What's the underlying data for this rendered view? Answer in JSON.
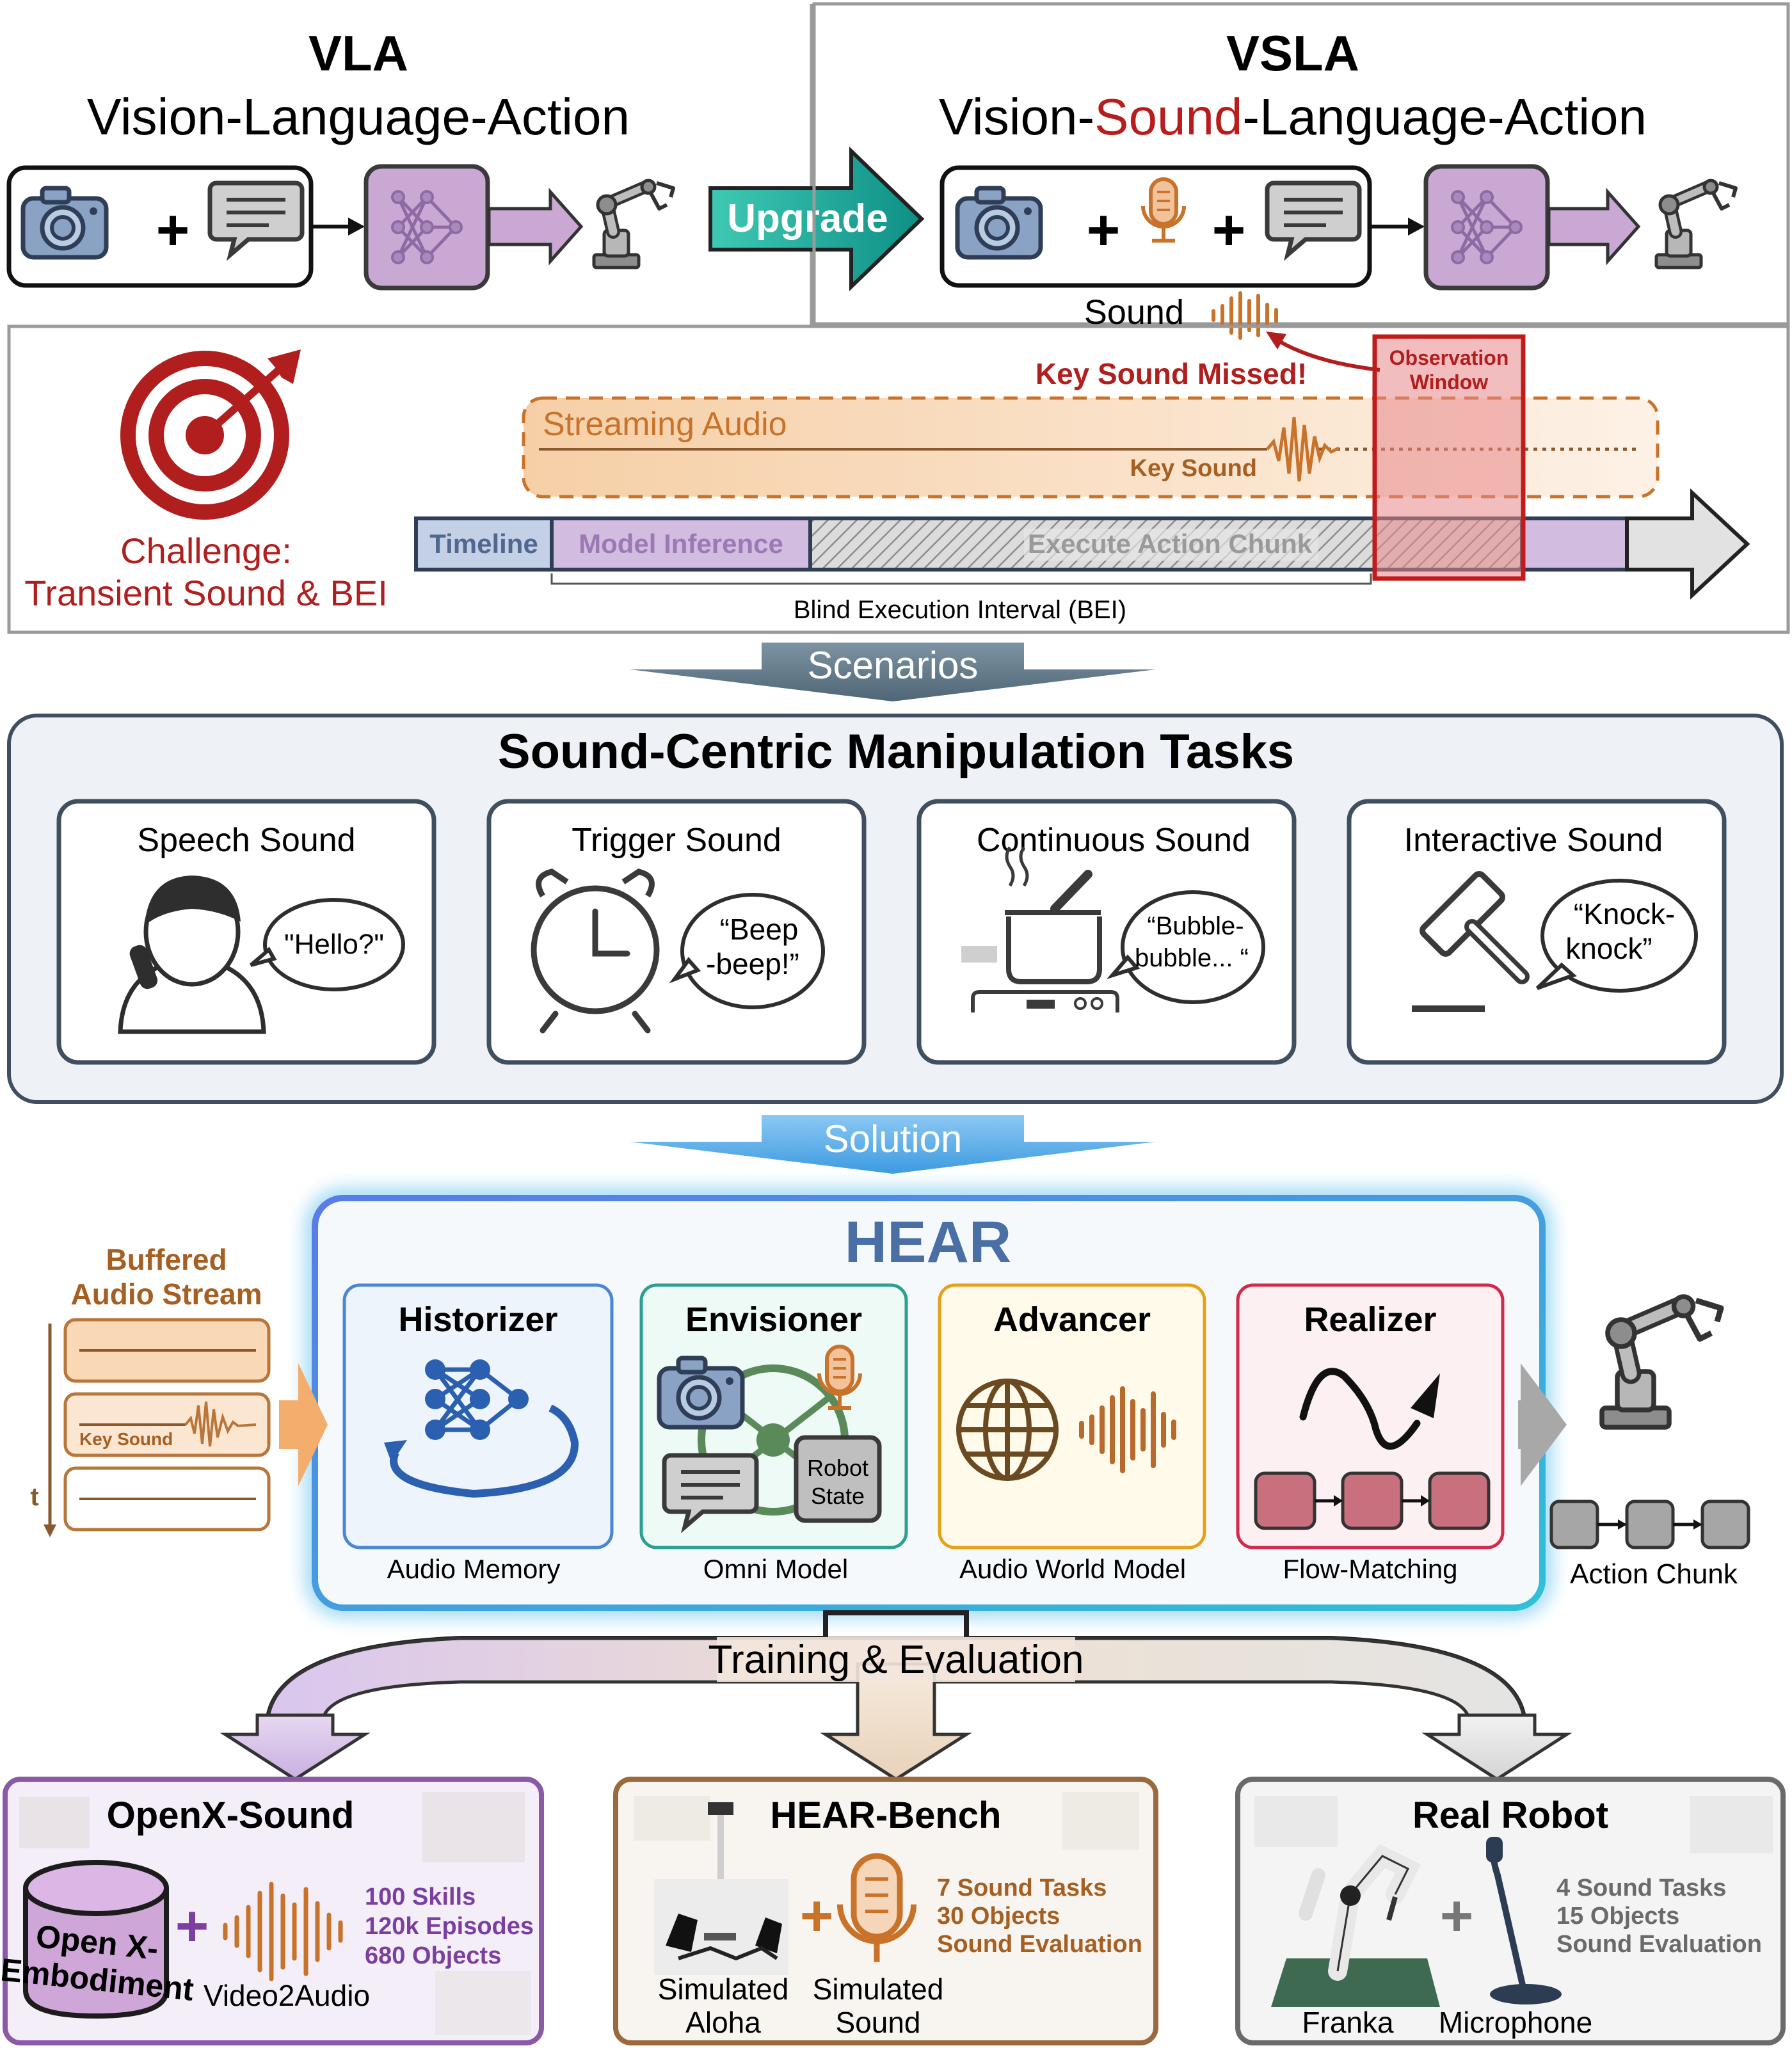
{
  "colors": {
    "sound_red": "#b81c1c",
    "audio_orange": "#c8722a",
    "hear_blue": "#4a6fa5",
    "purple": "#7a3fa0",
    "teal_upgrade": "#1fa79a",
    "scenarios_slate": "#5f7585",
    "solution_blue": "#3d9be0"
  },
  "vla": {
    "title": "VLA",
    "subtitle": "Vision-Language-Action"
  },
  "upgrade": {
    "label": "Upgrade"
  },
  "vsla": {
    "title": "VSLA",
    "subtitle_pre": "Vision-",
    "subtitle_sound": "Sound",
    "subtitle_post": "-Language-Action",
    "sound_label": "Sound"
  },
  "challenge": {
    "label_line1": "Challenge:",
    "label_line2": "Transient Sound & BEI",
    "key_sound_missed": "Key Sound Missed!",
    "observation_window_line1": "Observation",
    "observation_window_line2": "Window",
    "streaming_audio": "Streaming Audio",
    "key_sound": "Key Sound",
    "timeline": "Timeline",
    "model_inference": "Model Inference",
    "execute_action_chunk": "Execute Action Chunk",
    "bei": "Blind Execution Interval (BEI)"
  },
  "scenarios": {
    "label": "Scenarios"
  },
  "tasks": {
    "title": "Sound-Centric Manipulation Tasks",
    "items": [
      {
        "title": "Speech Sound",
        "bubble_line1": "\"Hello?\"",
        "bubble_line2": ""
      },
      {
        "title": "Trigger Sound",
        "bubble_line1": "“Beep",
        "bubble_line2": "-beep!”"
      },
      {
        "title": "Continuous Sound",
        "bubble_line1": "“Bubble-",
        "bubble_line2": "bubble... “"
      },
      {
        "title": "Interactive Sound",
        "bubble_line1": "“Knock-",
        "bubble_line2": "knock”"
      }
    ]
  },
  "solution": {
    "label": "Solution"
  },
  "hear": {
    "title": "HEAR",
    "buffered_line1": "Buffered",
    "buffered_line2": "Audio Stream",
    "key_sound": "Key Sound",
    "t_axis": "t",
    "modules": [
      {
        "title": "Historizer",
        "caption": "Audio Memory"
      },
      {
        "title": "Envisioner",
        "caption": "Omni Model",
        "robot_state_line1": "Robot",
        "robot_state_line2": "State"
      },
      {
        "title": "Advancer",
        "caption": "Audio World Model"
      },
      {
        "title": "Realizer",
        "caption": "Flow-Matching"
      }
    ],
    "action_chunk": "Action Chunk"
  },
  "training": {
    "label": "Training & Evaluation"
  },
  "bottom": {
    "openx": {
      "title": "OpenX-Sound",
      "db_line1": "Open X-",
      "db_line2": "Embodiment",
      "video2audio": "Video2Audio",
      "stats": [
        "100 Skills",
        "120k Episodes",
        "680 Objects"
      ]
    },
    "bench": {
      "title": "HEAR-Bench",
      "sim_aloha_line1": "Simulated",
      "sim_aloha_line2": "Aloha",
      "sim_sound_line1": "Simulated",
      "sim_sound_line2": "Sound",
      "stats": [
        "7 Sound Tasks",
        "30 Objects",
        "Sound Evaluation"
      ]
    },
    "real": {
      "title": "Real Robot",
      "franka": "Franka",
      "microphone": "Microphone",
      "stats": [
        "4 Sound Tasks",
        "15 Objects",
        "Sound Evaluation"
      ]
    }
  }
}
